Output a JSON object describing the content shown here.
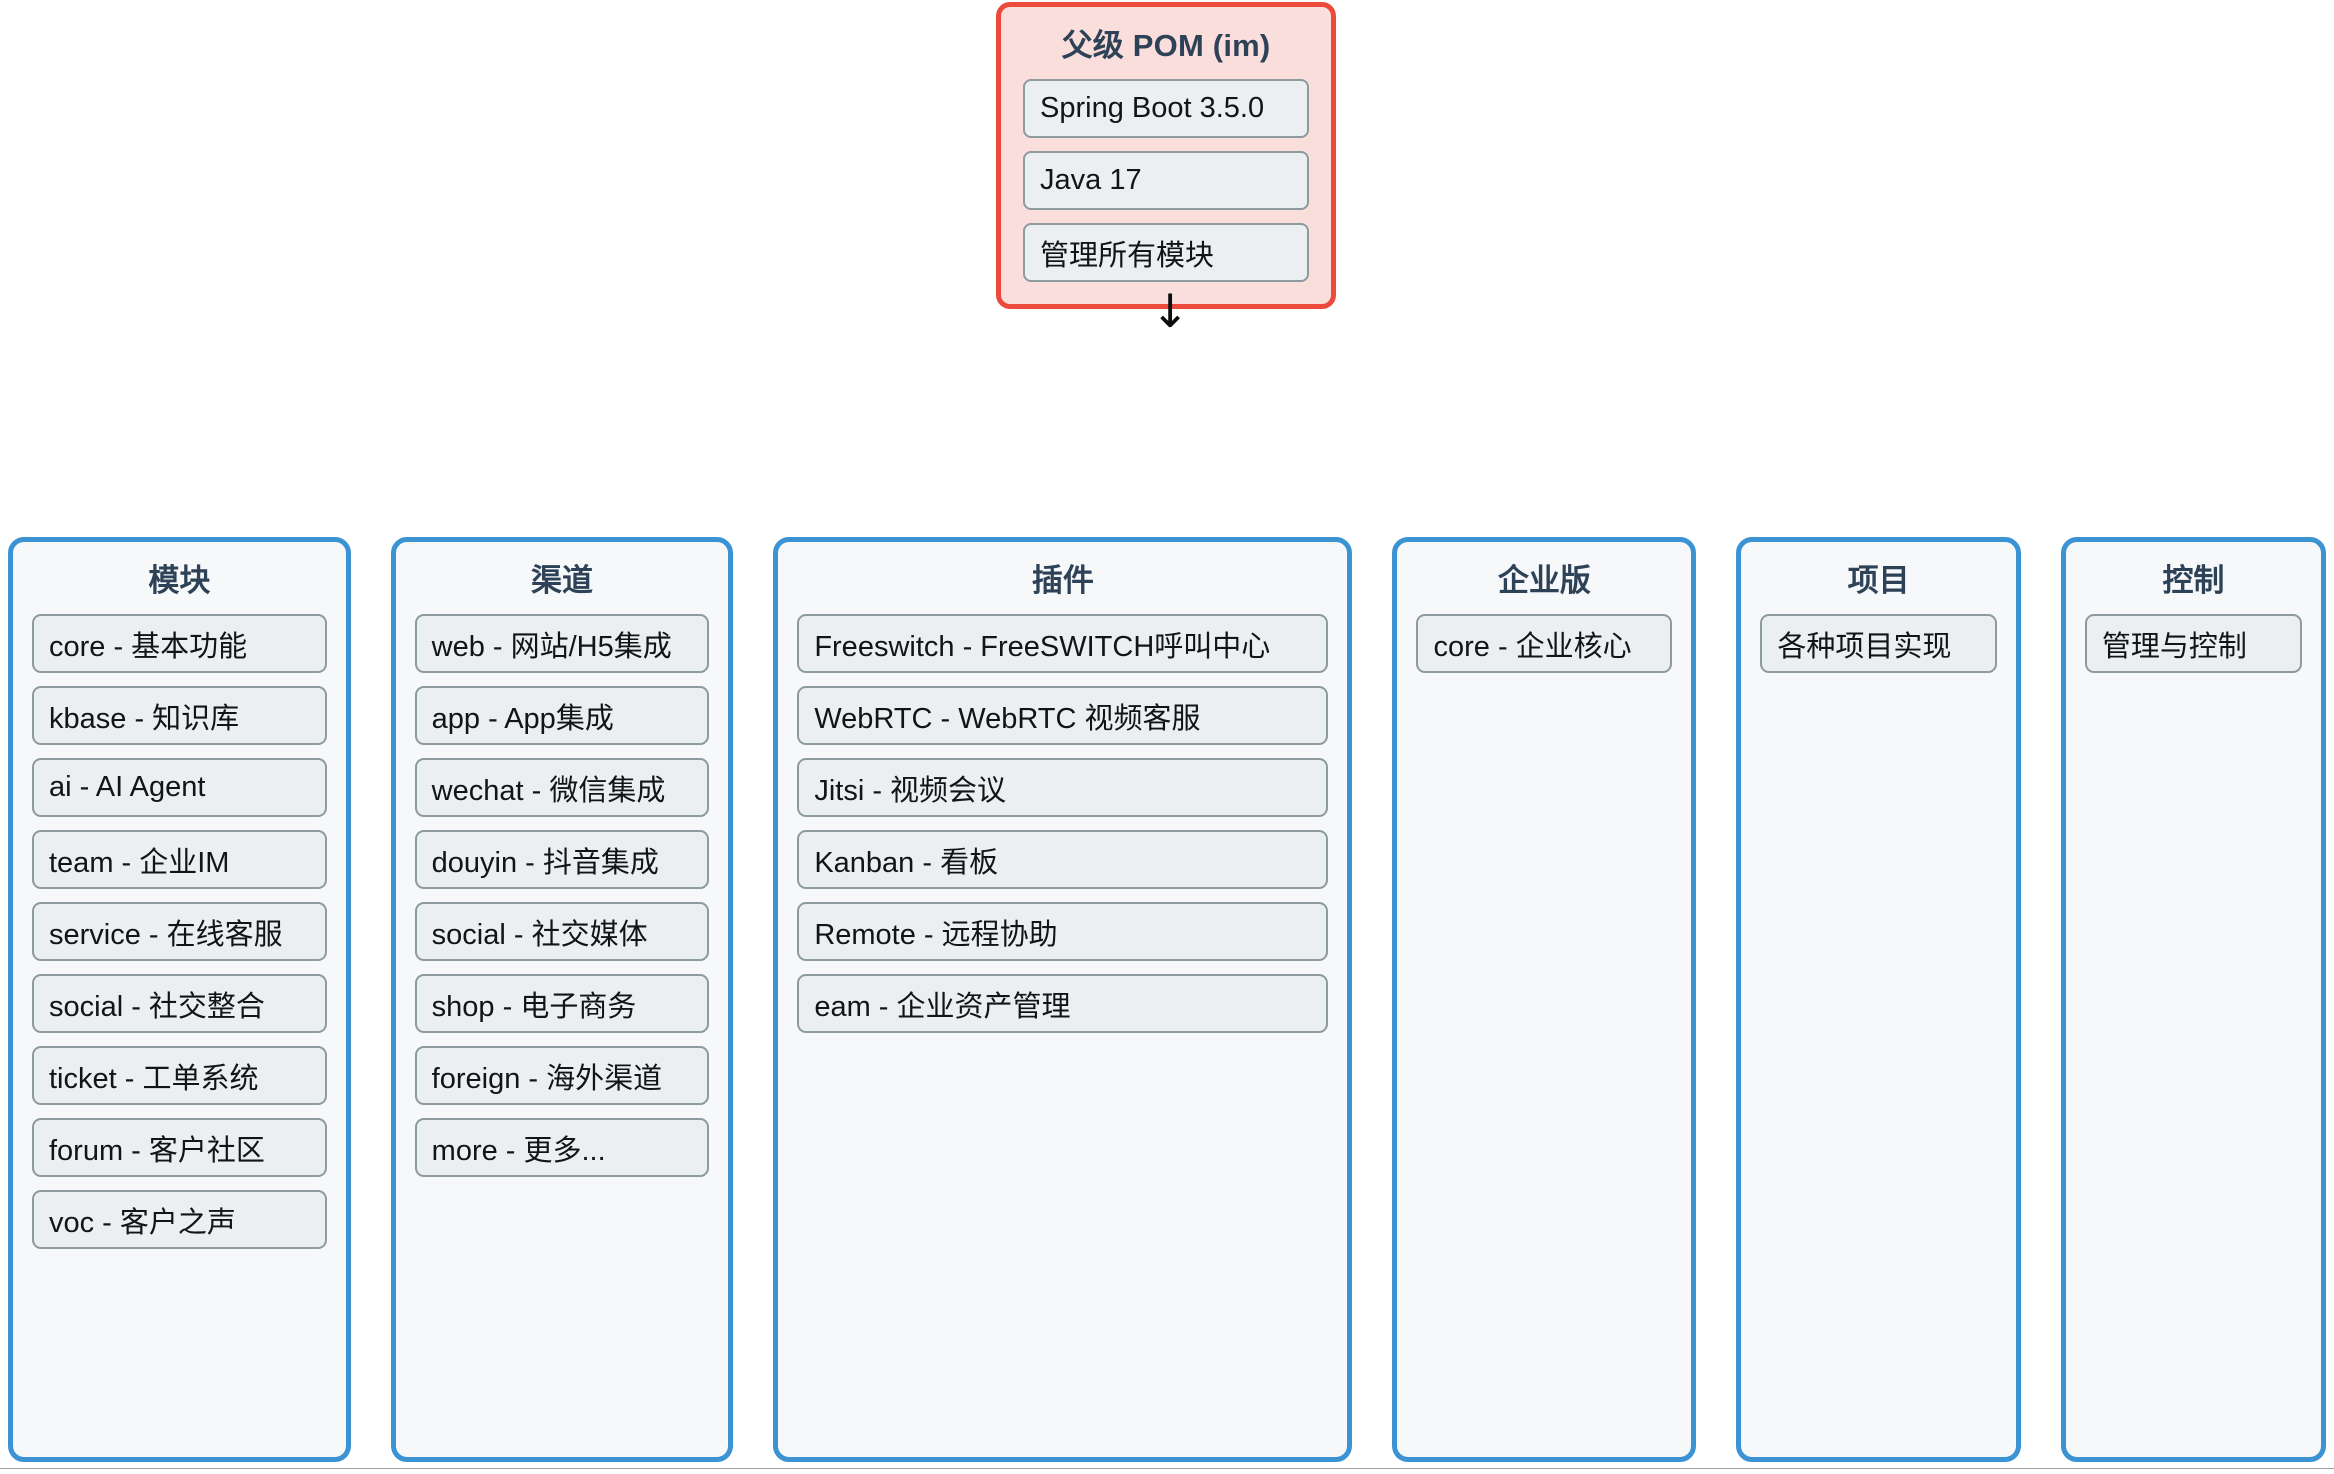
{
  "diagram": {
    "parent_pom": {
      "title": "父级 POM (im)",
      "items": [
        "Spring Boot 3.5.0",
        "Java 17",
        "管理所有模块"
      ]
    },
    "connector": {
      "glyph": "↓",
      "name": "arrow-down-icon"
    },
    "columns": [
      {
        "key": "modules",
        "title": "模块",
        "items": [
          "core - 基本功能",
          "kbase - 知识库",
          "ai - AI Agent",
          "team - 企业IM",
          "service - 在线客服",
          "social - 社交整合",
          "ticket - 工单系统",
          "forum - 客户社区",
          "voc - 客户之声"
        ]
      },
      {
        "key": "channels",
        "title": "渠道",
        "items": [
          "web - 网站/H5集成",
          "app - App集成",
          "wechat - 微信集成",
          "douyin - 抖音集成",
          "social - 社交媒体",
          "shop - 电子商务",
          "foreign - 海外渠道",
          "more - 更多..."
        ]
      },
      {
        "key": "plugins",
        "title": "插件",
        "items": [
          "Freeswitch - FreeSWITCH呼叫中心",
          "WebRTC - WebRTC 视频客服",
          "Jitsi - 视频会议",
          "Kanban - 看板",
          "Remote - 远程协助",
          "eam - 企业资产管理"
        ]
      },
      {
        "key": "enterprise",
        "title": "企业版",
        "items": [
          "core - 企业核心"
        ]
      },
      {
        "key": "project",
        "title": "项目",
        "items": [
          "各种项目实现"
        ]
      },
      {
        "key": "control",
        "title": "控制",
        "items": [
          "管理与控制"
        ]
      }
    ]
  },
  "colors": {
    "pom_border": "#ec4a3b",
    "pom_fill": "#f9dedb",
    "column_border": "#3b93d4",
    "column_fill": "#f6f8fa",
    "item_border": "#8d9a9e",
    "item_fill": "#eceff1",
    "title_text": "#2e4257",
    "body_text": "#111418"
  }
}
